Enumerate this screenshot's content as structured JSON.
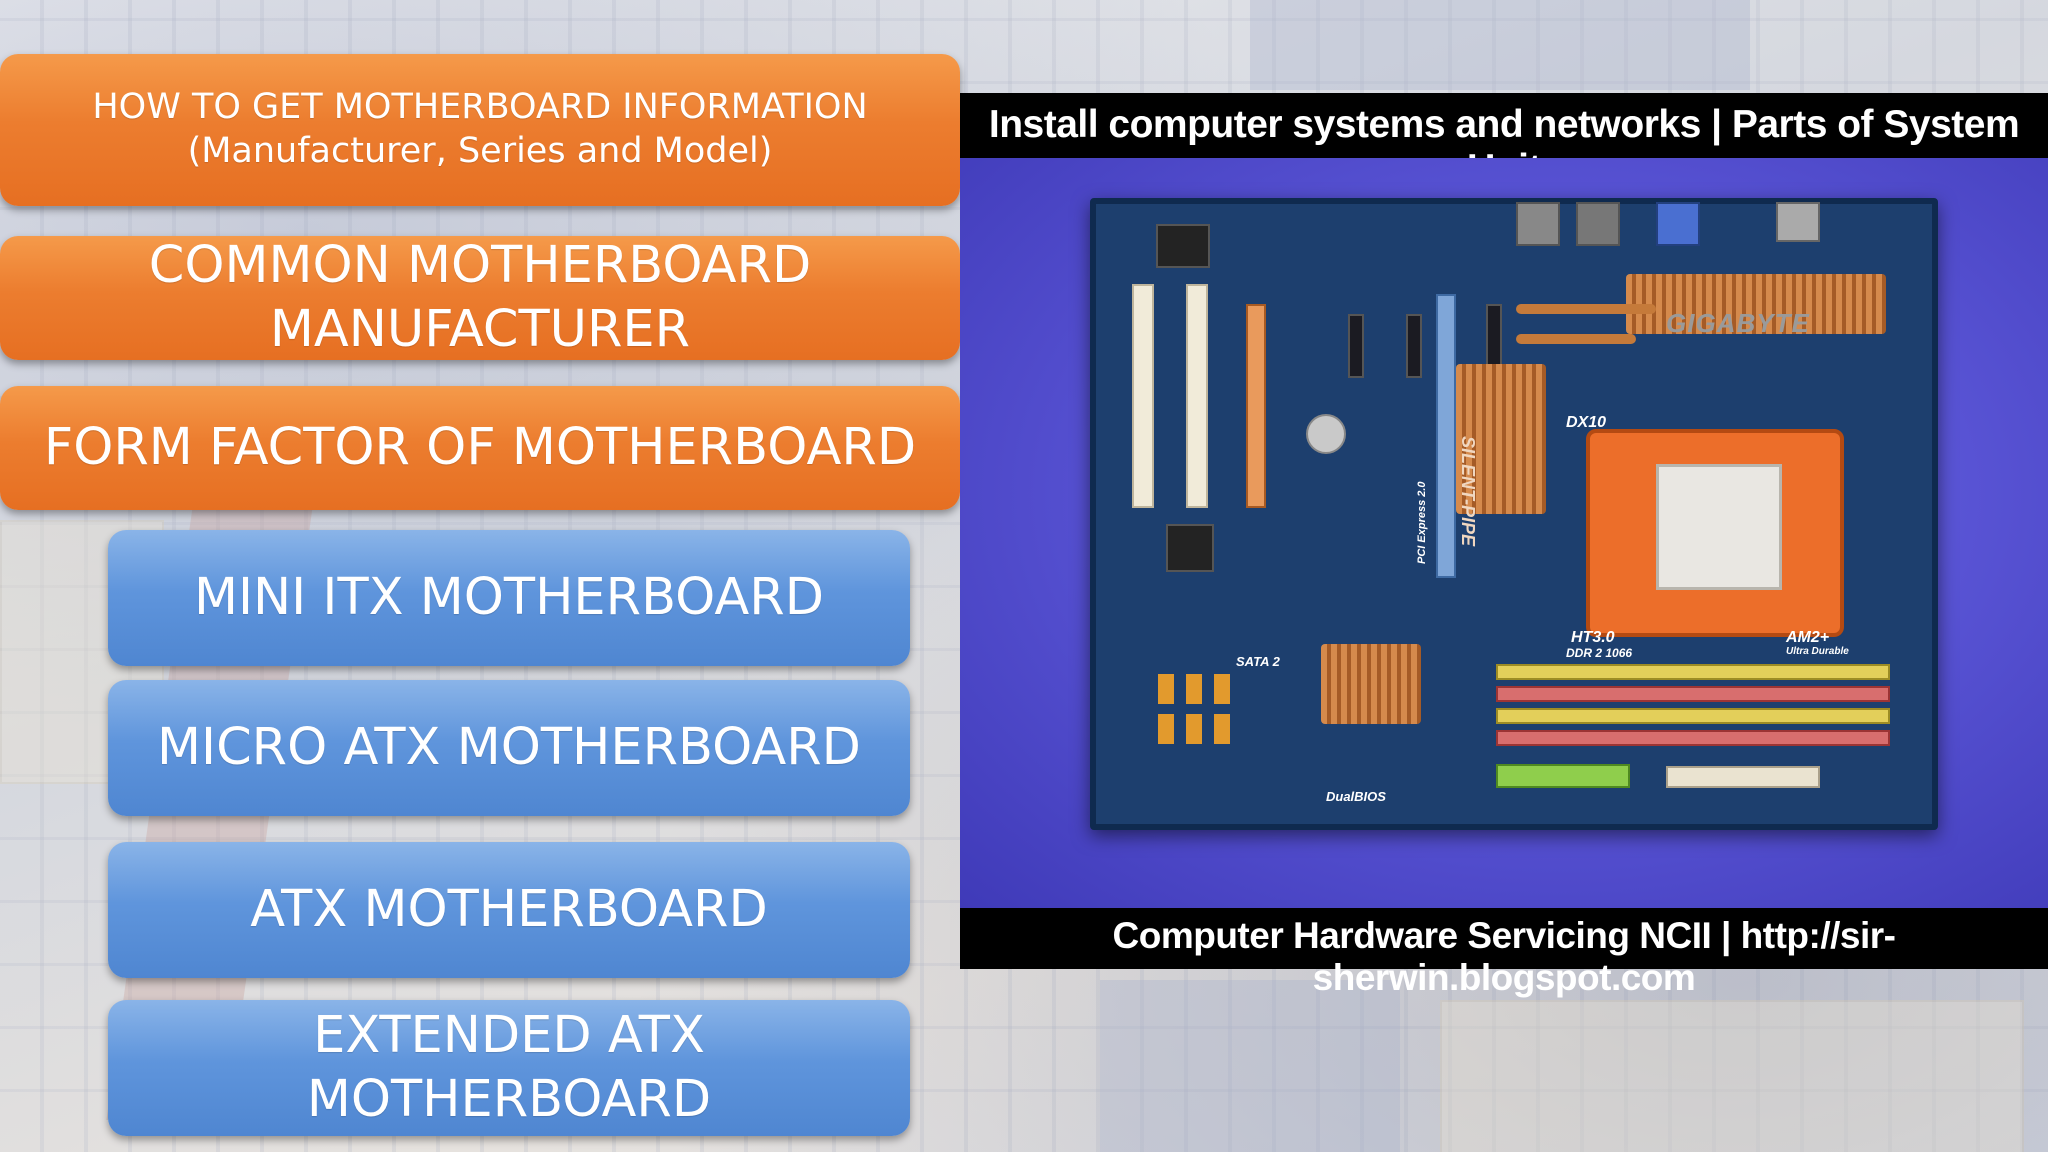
{
  "menu": {
    "item1": {
      "line1": "HOW TO GET MOTHERBOARD INFORMATION",
      "line2": "(Manufacturer, Series and Model)"
    },
    "item2": {
      "line1": "COMMON MOTHERBOARD",
      "line2": "MANUFACTURER"
    },
    "item3": {
      "label": "FORM FACTOR OF MOTHERBOARD"
    },
    "subitems": [
      {
        "label": "MINI ITX MOTHERBOARD"
      },
      {
        "label": "MICRO ATX MOTHERBOARD"
      },
      {
        "label": "ATX MOTHERBOARD"
      },
      {
        "line1": "EXTENDED ATX",
        "line2": "MOTHERBOARD"
      }
    ]
  },
  "panel": {
    "top_caption": "Install computer systems and networks | Parts of System Unit",
    "bottom_caption": "Computer Hardware Servicing NCII | http://sir-sherwin.blogspot.com",
    "board_labels": {
      "brand": "GIGABYTE",
      "heatsink": "SILENT-PIPE",
      "dx10": "DX10",
      "ht": "HT3.0",
      "am2": "AM2+",
      "ddr": "DDR 2 1066",
      "sata": "SATA 2",
      "dualbios": "DualBIOS",
      "pcie": "PCI Express 2.0",
      "ultra": "Ultra Durable"
    }
  },
  "colors": {
    "orange_pill": "#ec7d2f",
    "blue_pill": "#5f95dc",
    "panel_bg": "#000000",
    "photo_bg": "#5a55d6"
  }
}
